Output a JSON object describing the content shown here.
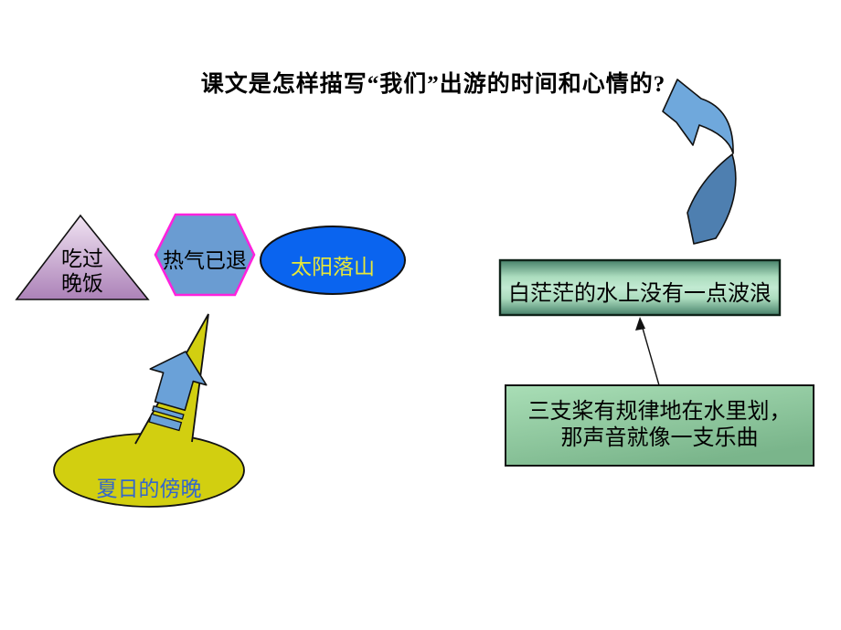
{
  "slide": {
    "title": "课文是怎样描写“我们”出游的时间和心情的?",
    "shapes": {
      "triangle": {
        "line1": "吃过",
        "line2": "晚饭"
      },
      "hexagon": {
        "label": "热气已退"
      },
      "sun_ellipse": {
        "label": "太阳落山"
      },
      "evening_ellipse": {
        "label": "夏日的傍晚"
      },
      "calm_water_box": {
        "label": "白茫茫的水上没有一点波浪"
      },
      "oars_box": {
        "line1": "三支桨有规律地在水里划，",
        "line2": "那声音就像一支乐曲"
      }
    },
    "colors": {
      "triangle_top": "#f0e3f2",
      "triangle_bottom": "#ac82b8",
      "hexagon_fill": "#6a9cd2",
      "hexagon_border": "#ff22dd",
      "sun_ellipse_fill": "#0a64ef",
      "sun_text": "#e8e838",
      "evening_fill": "#d2cf10",
      "evening_text": "#3366cc",
      "striped_arrow_fill": "#6aa1d8",
      "curved_arrow_upper": "#6fa8dc",
      "curved_arrow_lower": "#4e7fb0",
      "box1_edge": "#47816a",
      "box1_mid": "#abdcbe",
      "box1_center": "#c2ead2",
      "box2_top": "#a9deb6",
      "box2_bottom": "#7ab58b"
    }
  }
}
